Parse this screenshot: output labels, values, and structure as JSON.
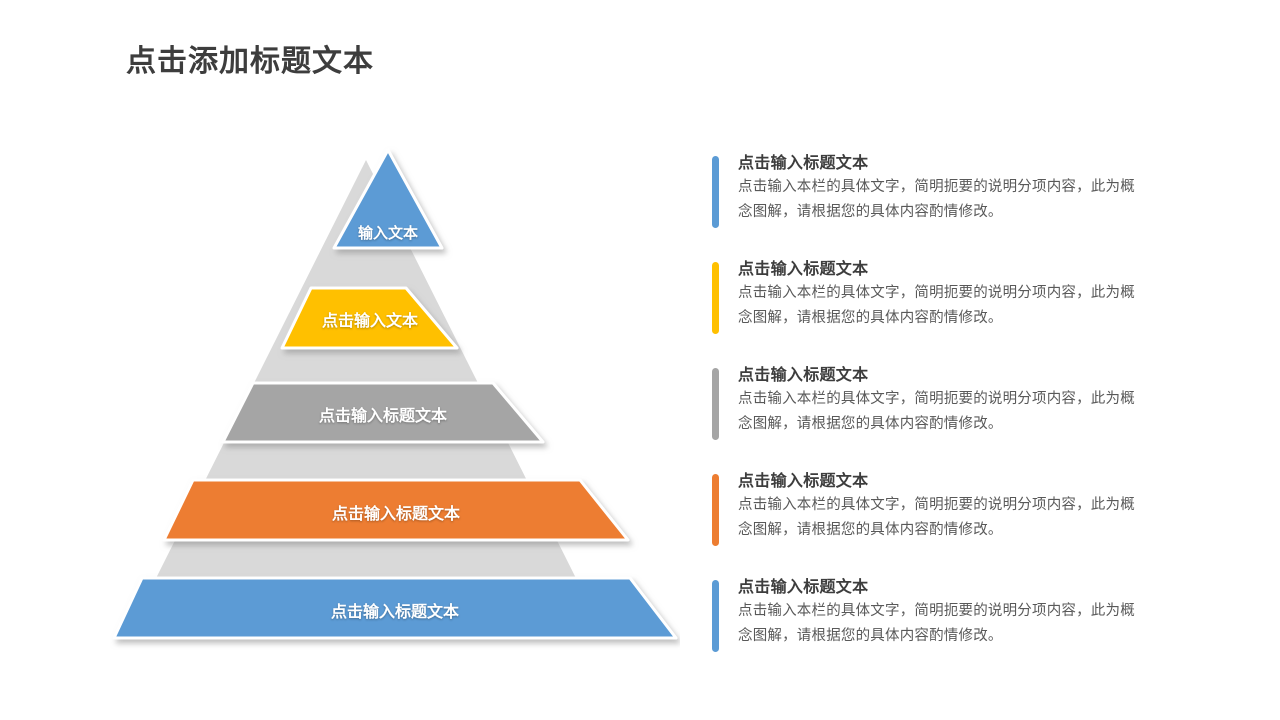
{
  "slide": {
    "title": "点击添加标题文本",
    "background_color": "#ffffff",
    "title_color": "#3d3d3d"
  },
  "pyramid": {
    "name": "5-level-pyramid-diagram",
    "backdrop_color": "#d9d9d9",
    "levels": [
      {
        "label": "输入文本",
        "color": "#5B9BD5",
        "font_size": 15
      },
      {
        "label": "点击输入文本",
        "color": "#FFC000",
        "font_size": 16
      },
      {
        "label": "点击输入标题文本",
        "color": "#A5A5A5",
        "font_size": 16
      },
      {
        "label": "点击输入标题文本",
        "color": "#ED7D31",
        "font_size": 16
      },
      {
        "label": "点击输入标题文本",
        "color": "#5B9BD5",
        "font_size": 16
      }
    ]
  },
  "bullets": {
    "items": [
      {
        "bar_color": "#5B9BD5",
        "title": "点击输入标题文本",
        "body": "点击输入本栏的具体文字，简明扼要的说明分项内容，此为概念图解，请根据您的具体内容酌情修改。"
      },
      {
        "bar_color": "#FFC000",
        "title": "点击输入标题文本",
        "body": "点击输入本栏的具体文字，简明扼要的说明分项内容，此为概念图解，请根据您的具体内容酌情修改。"
      },
      {
        "bar_color": "#A5A5A5",
        "title": "点击输入标题文本",
        "body": "点击输入本栏的具体文字，简明扼要的说明分项内容，此为概念图解，请根据您的具体内容酌情修改。"
      },
      {
        "bar_color": "#ED7D31",
        "title": "点击输入标题文本",
        "body": "点击输入本栏的具体文字，简明扼要的说明分项内容，此为概念图解，请根据您的具体内容酌情修改。"
      },
      {
        "bar_color": "#5B9BD5",
        "title": "点击输入标题文本",
        "body": "点击输入本栏的具体文字，简明扼要的说明分项内容，此为概念图解，请根据您的具体内容酌情修改。"
      }
    ]
  }
}
